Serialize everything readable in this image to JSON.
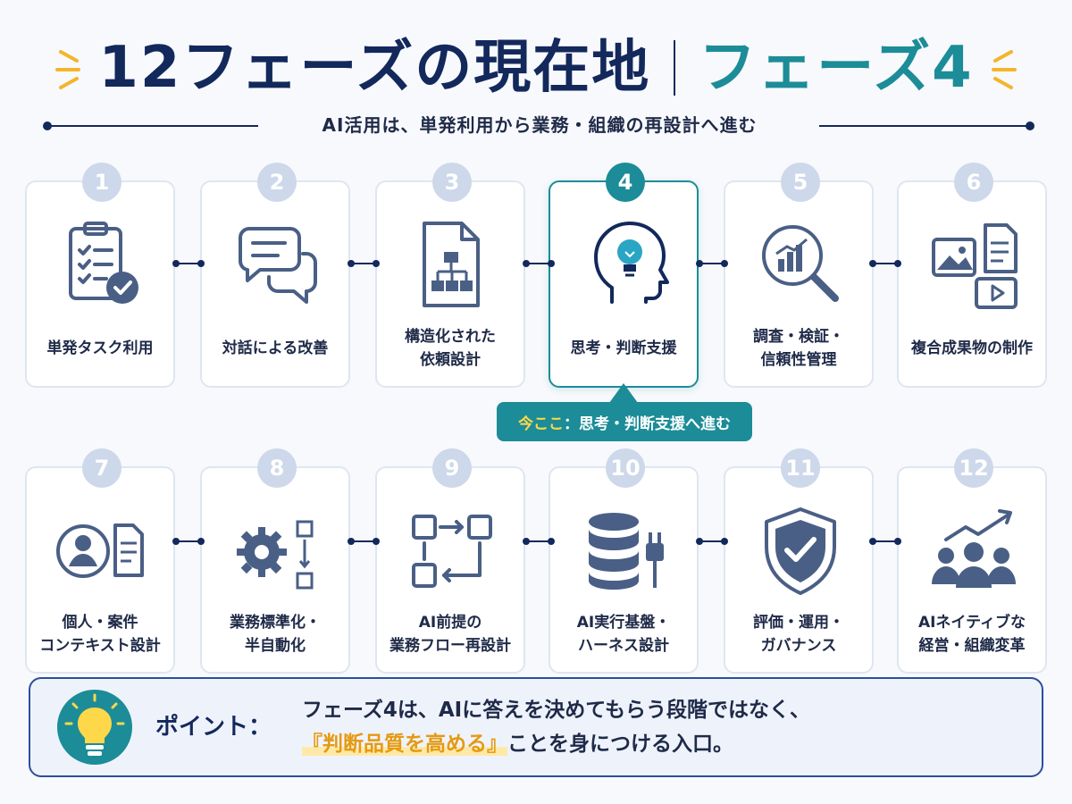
{
  "header": {
    "title_main": "12フェーズの現在地",
    "title_phase": "フェーズ4",
    "subtitle": "AI活用は、単発利用から業務・組織の再設計へ進む"
  },
  "phases": [
    {
      "number": "1",
      "label": "単発タスク利用",
      "icon": "clipboard-check-icon"
    },
    {
      "number": "2",
      "label": "対話による改善",
      "icon": "chat-bubbles-icon"
    },
    {
      "number": "3",
      "label": "構造化された\n依頼設計",
      "icon": "document-flowchart-icon"
    },
    {
      "number": "4",
      "label": "思考・判断支援",
      "icon": "head-lightbulb-icon",
      "current": true
    },
    {
      "number": "5",
      "label": "調査・検証・\n信頼性管理",
      "icon": "magnifier-chart-icon"
    },
    {
      "number": "6",
      "label": "複合成果物の制作",
      "icon": "media-documents-icon"
    },
    {
      "number": "7",
      "label": "個人・案件\nコンテキスト設計",
      "icon": "profile-document-icon"
    },
    {
      "number": "8",
      "label": "業務標準化・\n半自動化",
      "icon": "gear-flow-icon"
    },
    {
      "number": "9",
      "label": "AI前提の\n業務フロー再設計",
      "icon": "workflow-boxes-icon"
    },
    {
      "number": "10",
      "label": "AI実行基盤・\nハーネス設計",
      "icon": "database-plug-icon"
    },
    {
      "number": "11",
      "label": "評価・運用・\nガバナンス",
      "icon": "shield-check-icon"
    },
    {
      "number": "12",
      "label": "AIネイティブな\n経営・組織変革",
      "icon": "team-growth-icon"
    }
  ],
  "callout": {
    "here_label": "今ここ",
    "separator": "：",
    "text": "思考・判断支援へ進む"
  },
  "point": {
    "label": "ポイント：",
    "line1": "フェーズ4は、AIに答えを決めてもらう段階ではなく、",
    "highlight": "『判断品質を高める』",
    "line2_rest": "ことを身につける入口。"
  },
  "colors": {
    "navy": "#13285b",
    "teal": "#1c8c98",
    "accent_yellow": "#f5b52a",
    "card_border": "#dfe6f1",
    "number_badge": "#cdd8ea",
    "icon_stroke": "#4a5f85"
  }
}
